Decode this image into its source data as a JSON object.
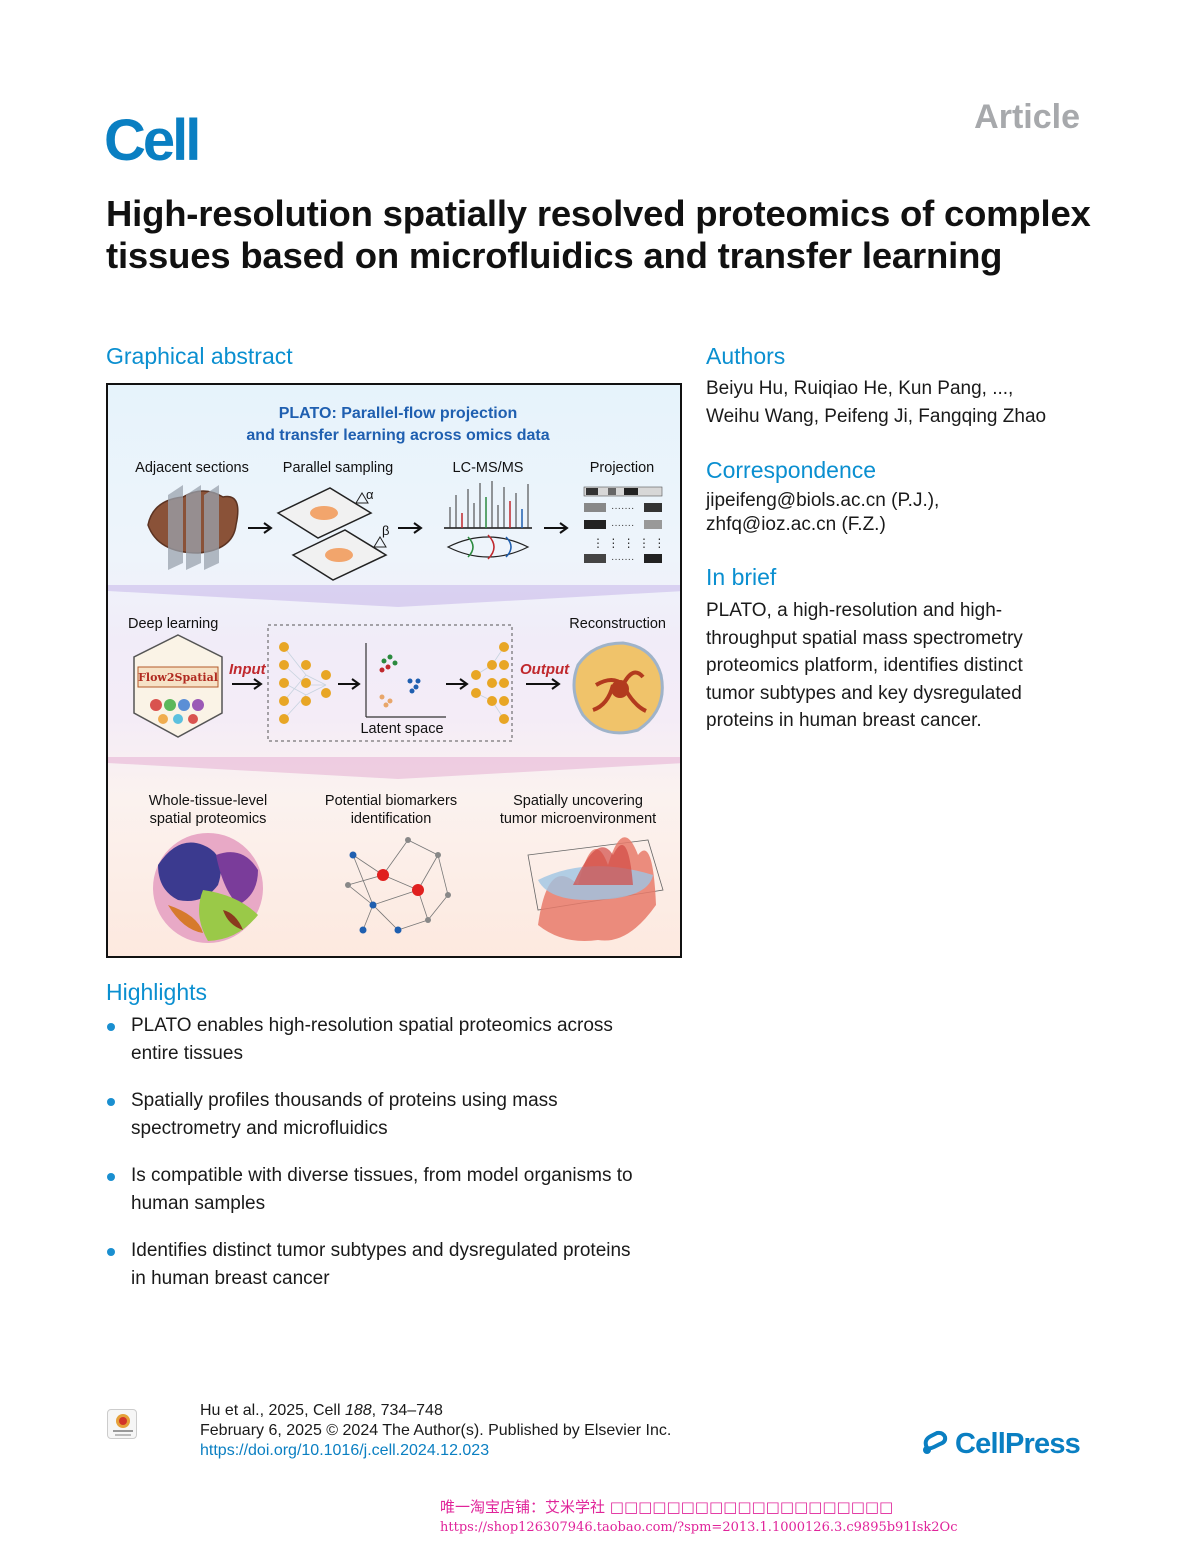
{
  "header": {
    "journal": "Cell",
    "article_type": "Article"
  },
  "title": "High-resolution spatially resolved proteomics of complex tissues based on microfluidics and transfer learning",
  "graphical_abstract": {
    "heading": "Graphical abstract",
    "plato_line1": "PLATO: Parallel-flow projection",
    "plato_line2": "and transfer learning across omics data",
    "step_labels": [
      "Adjacent sections",
      "Parallel sampling",
      "LC-MS/MS",
      "Projection"
    ],
    "alpha": "α",
    "beta": "β",
    "deep_learning": "Deep learning",
    "reconstruction": "Reconstruction",
    "flow2spatial": "Flow2Spatial",
    "input": "Input",
    "output": "Output",
    "latent_space": "Latent space",
    "bottom_labels": [
      [
        "Whole-tissue-level",
        "spatial proteomics"
      ],
      [
        "Potential biomarkers",
        "identification"
      ],
      [
        "Spatially uncovering",
        "tumor microenvironment"
      ]
    ]
  },
  "authors": {
    "heading": "Authors",
    "line1": "Beiyu Hu, Ruiqiao He, Kun Pang, ...,",
    "line2": "Weihu Wang, Peifeng Ji, Fangqing Zhao"
  },
  "correspondence": {
    "heading": "Correspondence",
    "line1": "jipeifeng@biols.ac.cn (P.J.),",
    "line2": "zhfq@ioz.ac.cn (F.Z.)"
  },
  "in_brief": {
    "heading": "In brief",
    "lines": [
      "PLATO, a high-resolution and high-",
      "throughput spatial mass spectrometry",
      "proteomics platform, identifies distinct",
      "tumor subtypes and key dysregulated",
      "proteins in human breast cancer."
    ]
  },
  "highlights": {
    "heading": "Highlights",
    "items": [
      [
        "PLATO enables high-resolution spatial proteomics across",
        "entire tissues"
      ],
      [
        "Spatially profiles thousands of proteins using mass",
        "spectrometry and microfluidics"
      ],
      [
        "Is compatible with diverse tissues, from model organisms to",
        "human samples"
      ],
      [
        "Identifies distinct tumor subtypes and dysregulated proteins",
        "in human breast cancer"
      ]
    ]
  },
  "footer": {
    "citation_prefix": "Hu et al., 2025, Cell ",
    "citation_volume": "188",
    "citation_pages": ", 734–748",
    "date_line": "February 6, 2025 © 2024 The Author(s). Published by Elsevier Inc.",
    "doi": "https://doi.org/10.1016/j.cell.2024.12.023",
    "check_badge": "Check for updates",
    "publisher": "CellPress"
  },
  "watermark": {
    "line1": "唯一淘宝店铺：艾米学社 □□□□□□□□□□□□□□□□□□□□",
    "line2": "https://shop126307946.taobao.com/?spm=2013.1.1000126.3.c9895b91Isk2Oc"
  },
  "colors": {
    "cell_blue": "#0a7fc2",
    "section_blue": "#0a8fd0",
    "article_gray": "#a7a9ac",
    "plato_blue": "#1f5fb0",
    "accent_red": "#c0282d",
    "watermark_pink": "#e0249a"
  }
}
